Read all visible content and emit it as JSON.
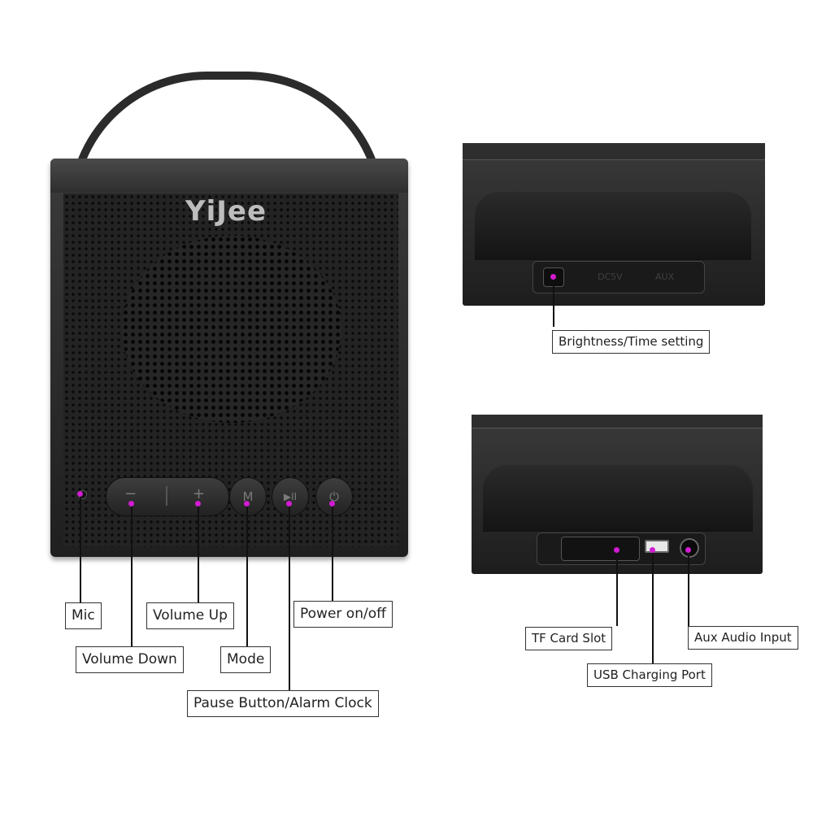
{
  "brand": {
    "logo_text": "YiJee"
  },
  "front_panel": {
    "buttons": [
      {
        "id": "volume-down",
        "glyph": "−"
      },
      {
        "id": "volume-up",
        "glyph": "+"
      },
      {
        "id": "mode",
        "glyph": "M"
      },
      {
        "id": "play-pause",
        "glyph": "▶II"
      },
      {
        "id": "power",
        "glyph": "⏻"
      }
    ]
  },
  "side_view_top": {
    "port_labels": [
      "DC5V",
      "AUX"
    ]
  },
  "callouts": {
    "mic": "Mic",
    "volume_down": "Volume Down",
    "volume_up": "Volume Up",
    "mode": "Mode",
    "pause_alarm": "Pause Button/Alarm Clock",
    "power": "Power on/off",
    "brightness_time": "Brightness/Time setting",
    "tf_card": "TF Card Slot",
    "usb_charging": "USB Charging Port",
    "aux_input": "Aux Audio Input"
  },
  "colors": {
    "marker": "#d21bd2",
    "body": "#2a2a2a"
  }
}
